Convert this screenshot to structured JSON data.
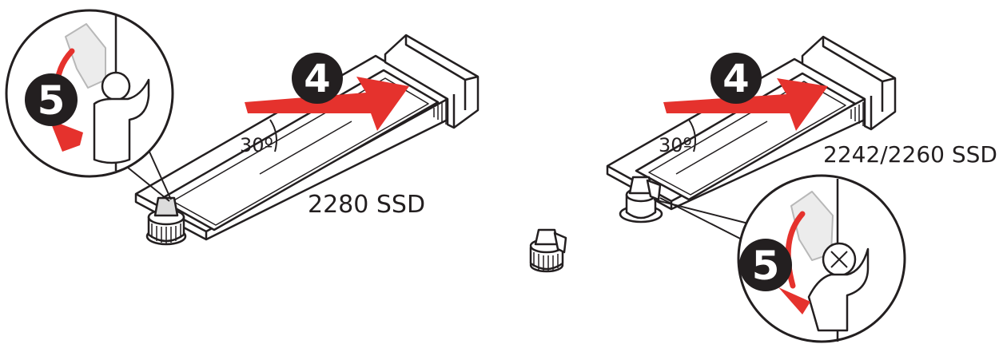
{
  "colors": {
    "line": "#231f20",
    "arrow_red": "#e5322d",
    "badge": "#231f20",
    "badge_text": "#ffffff",
    "background": "#ffffff",
    "fill_light": "#ffffff",
    "fill_grey": "#dcdcdc"
  },
  "left_assembly": {
    "step_insert": "4",
    "step_lock": "5",
    "angle": "30º",
    "ssd_label": "2280 SSD"
  },
  "right_assembly": {
    "step_insert": "4",
    "step_lock": "5",
    "angle": "30º",
    "ssd_label": "2242/2260 SSD"
  },
  "icons": {
    "insert_arrow": "insert-arrow-icon",
    "rotate_arrow": "rotate-arrow-icon",
    "screw": "screw-cross-icon",
    "standoff": "standoff-icon"
  }
}
